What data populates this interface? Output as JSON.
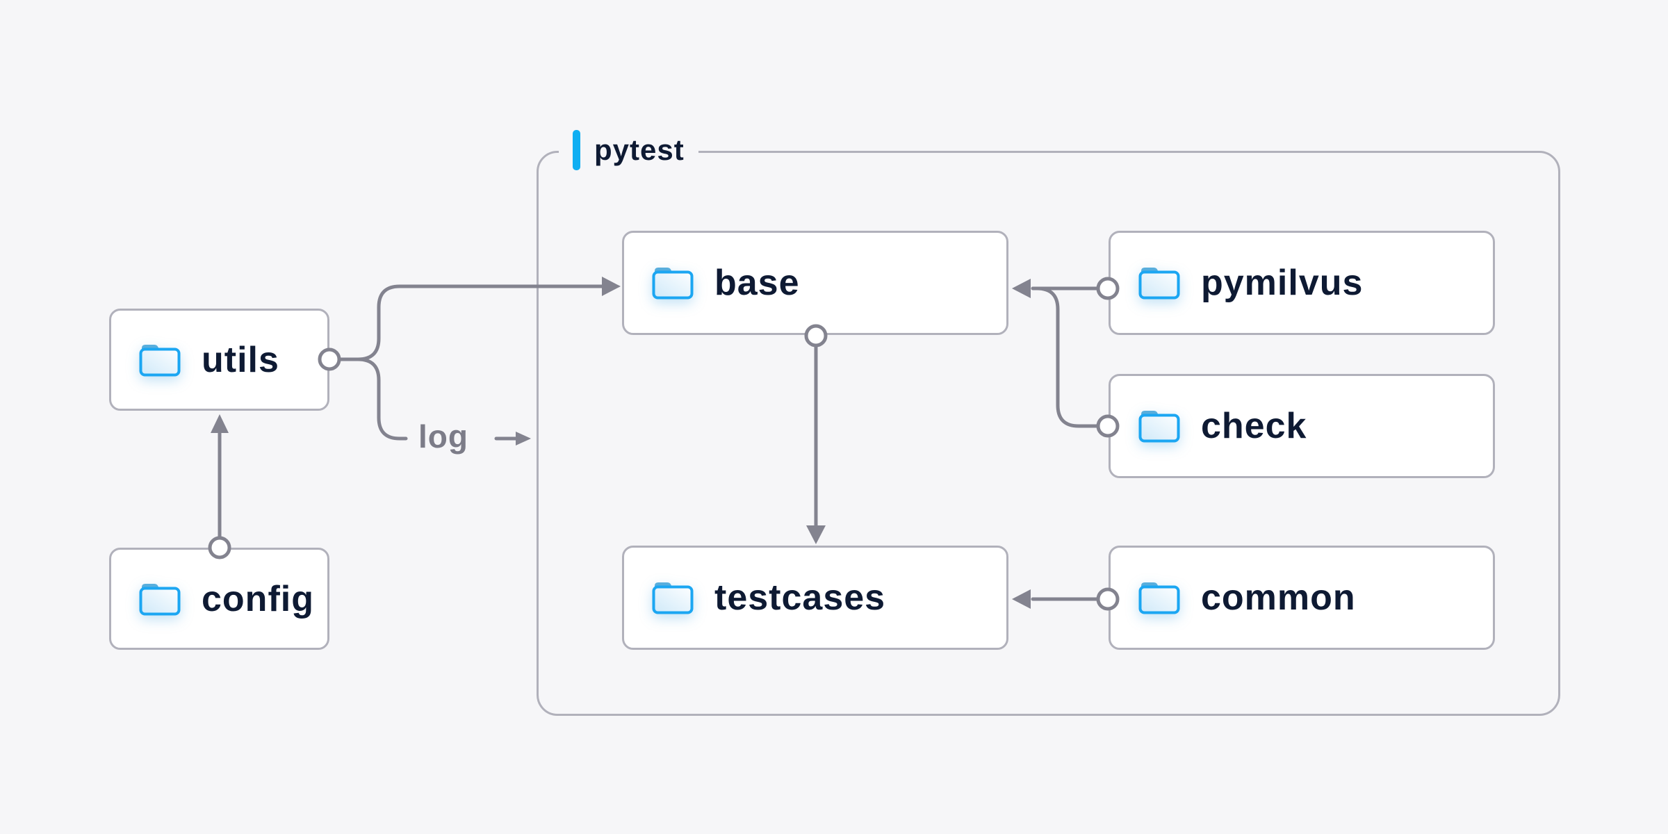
{
  "diagram": {
    "group": {
      "label": "pytest"
    },
    "nodes": [
      {
        "id": "utils",
        "label": "utils",
        "icon": "folder-icon"
      },
      {
        "id": "config",
        "label": "config",
        "icon": "folder-icon"
      },
      {
        "id": "base",
        "label": "base",
        "icon": "folder-icon"
      },
      {
        "id": "pymilvus",
        "label": "pymilvus",
        "icon": "folder-icon"
      },
      {
        "id": "check",
        "label": "check",
        "icon": "folder-icon"
      },
      {
        "id": "testcases",
        "label": "testcases",
        "icon": "folder-icon"
      },
      {
        "id": "common",
        "label": "common",
        "icon": "folder-icon"
      }
    ],
    "edge_label": "log",
    "edges": [
      {
        "from": "config",
        "to": "utils"
      },
      {
        "from": "utils",
        "to": "base"
      },
      {
        "from": "utils",
        "to": "log"
      },
      {
        "from": "pymilvus",
        "to": "base"
      },
      {
        "from": "check",
        "to": "base"
      },
      {
        "from": "base",
        "to": "testcases"
      },
      {
        "from": "common",
        "to": "testcases"
      }
    ],
    "colors": {
      "background": "#f6f6f8",
      "node_background": "#ffffff",
      "border_gray": "#b1b1bb",
      "connector_gray": "#83838f",
      "accent_blue": "#0faef2",
      "folder_blue": "#1ba6f2",
      "folder_tab_blue": "#58aedd",
      "text_navy": "#0e1a33",
      "edge_label_gray": "#7c7c88"
    }
  }
}
